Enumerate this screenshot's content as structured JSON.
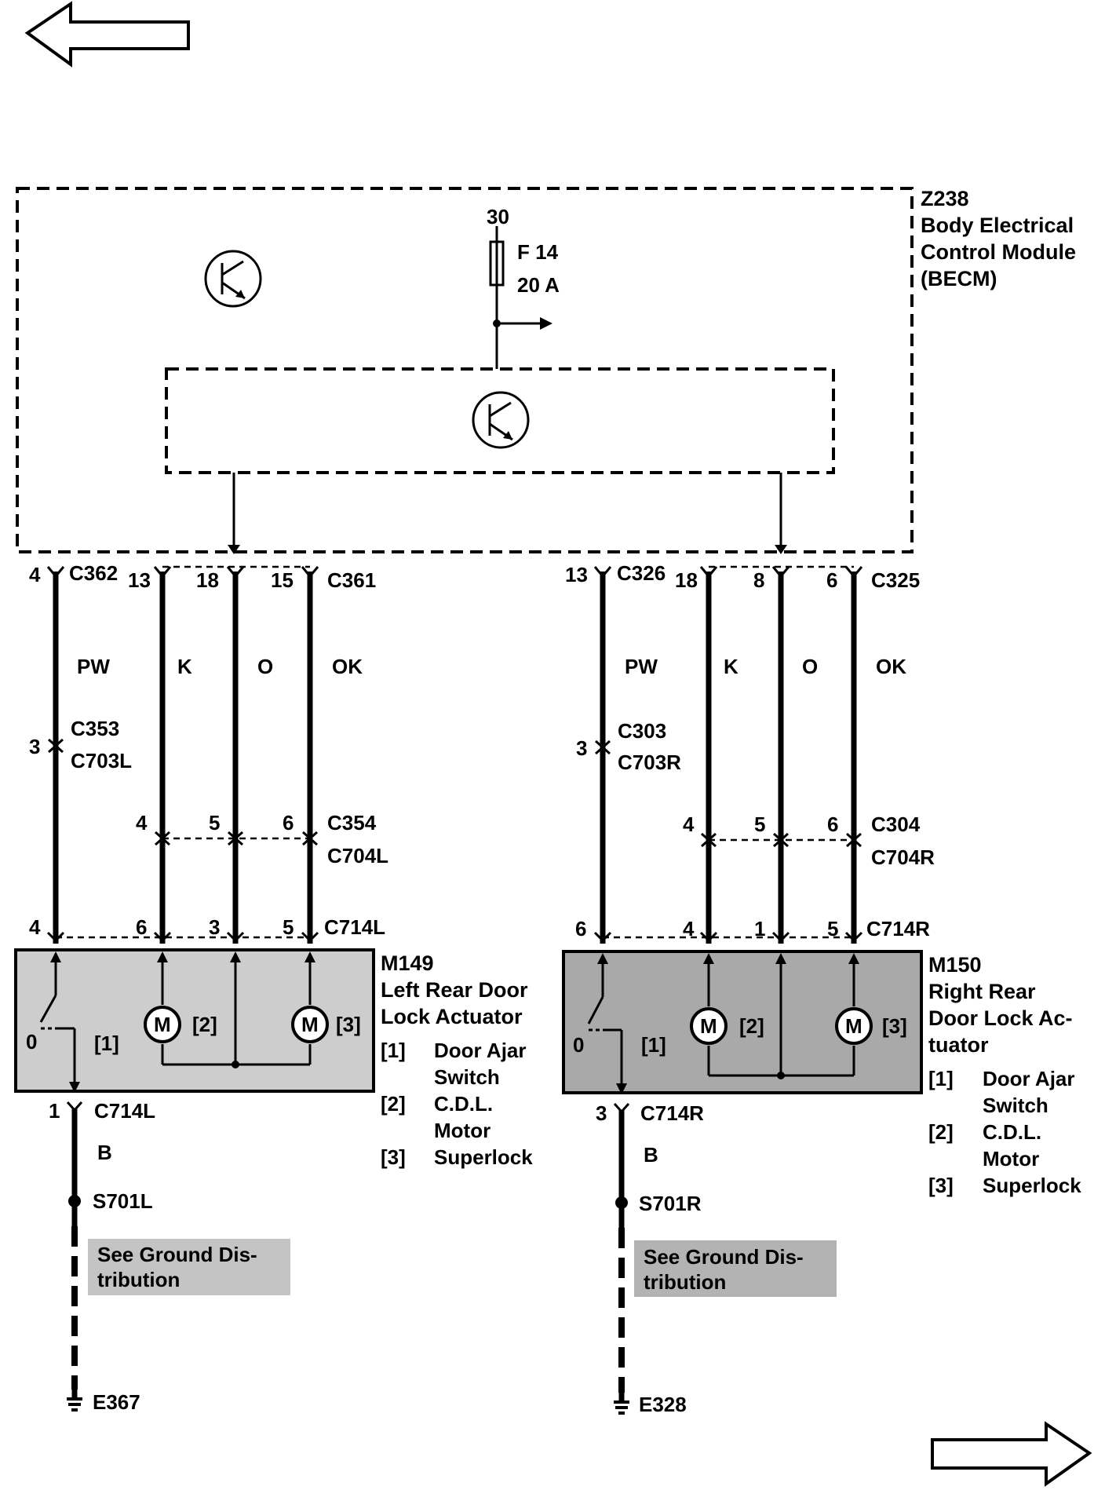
{
  "module": {
    "id": "Z238",
    "name_line1": "Body Electrical",
    "name_line2": "Control Module",
    "name_line3": "(BECM)",
    "fuse_feed": "30",
    "fuse_id": "F 14",
    "fuse_rating": "20 A"
  },
  "left": {
    "pin_top_c362": "4",
    "conn_c362": "C362",
    "pins_c361": [
      "13",
      "18",
      "15"
    ],
    "conn_c361": "C361",
    "wires": [
      "PW",
      "K",
      "O",
      "OK"
    ],
    "pin_c353": "3",
    "conn_c353": "C353",
    "conn_c703": "C703L",
    "pins_c354": [
      "4",
      "5",
      "6"
    ],
    "conn_c354": "C354",
    "conn_c704": "C704L",
    "pins_c714": [
      "4",
      "6",
      "3",
      "5"
    ],
    "conn_c714": "C714L",
    "actuator_id": "M149",
    "actuator_name_lines": [
      "Left Rear Door",
      "Lock Actuator"
    ],
    "legend": [
      {
        "code": "[1]",
        "lines": [
          "Door Ajar",
          "Switch"
        ]
      },
      {
        "code": "[2]",
        "lines": [
          "C.D.L.",
          "Motor"
        ]
      },
      {
        "code": "[3]",
        "lines": [
          "Superlock"
        ]
      }
    ],
    "switch_zero": "0",
    "tag1": "[1]",
    "tag2": "[2]",
    "tag3": "[3]",
    "motor_symbol": "M",
    "pin_bottom": "1",
    "conn_bottom": "C714L",
    "ground_wire": "B",
    "splice": "S701L",
    "ground_note_line1": "See Ground Dis-",
    "ground_note_line2": "tribution",
    "ground_id": "E367"
  },
  "right": {
    "pin_top_c326": "13",
    "conn_c326": "C326",
    "pins_c325": [
      "18",
      "8",
      "6"
    ],
    "conn_c325": "C325",
    "wires": [
      "PW",
      "K",
      "O",
      "OK"
    ],
    "pin_c303": "3",
    "conn_c303": "C303",
    "conn_c703": "C703R",
    "pins_c304": [
      "4",
      "5",
      "6"
    ],
    "conn_c304": "C304",
    "conn_c704": "C704R",
    "pins_c714": [
      "6",
      "4",
      "1",
      "5"
    ],
    "conn_c714": "C714R",
    "actuator_id": "M150",
    "actuator_name_lines": [
      "Right Rear",
      "Door Lock Ac-",
      "tuator"
    ],
    "legend": [
      {
        "code": "[1]",
        "lines": [
          "Door Ajar",
          "Switch"
        ]
      },
      {
        "code": "[2]",
        "lines": [
          "C.D.L.",
          "Motor"
        ]
      },
      {
        "code": "[3]",
        "lines": [
          "Superlock"
        ]
      }
    ],
    "switch_zero": "0",
    "tag1": "[1]",
    "tag2": "[2]",
    "tag3": "[3]",
    "motor_symbol": "M",
    "pin_bottom": "3",
    "conn_bottom": "C714R",
    "ground_wire": "B",
    "splice": "S701R",
    "ground_note_line1": "See Ground Dis-",
    "ground_note_line2": "tribution",
    "ground_id": "E328"
  },
  "colors": {
    "module_fill": "#dcdcdc",
    "inner_fill": "#cfcfcf",
    "left_actuator_fill": "#cdcdcd",
    "right_actuator_fill": "#a9a9a9",
    "note_fill": "#c4c4c4",
    "ink": "#000000"
  },
  "icons": {
    "nav_prev": "left-arrow-icon",
    "nav_next": "right-arrow-icon",
    "transistor": "transistor-icon",
    "fuse": "fuse-icon",
    "motor": "motor-icon",
    "ground": "ground-icon"
  }
}
